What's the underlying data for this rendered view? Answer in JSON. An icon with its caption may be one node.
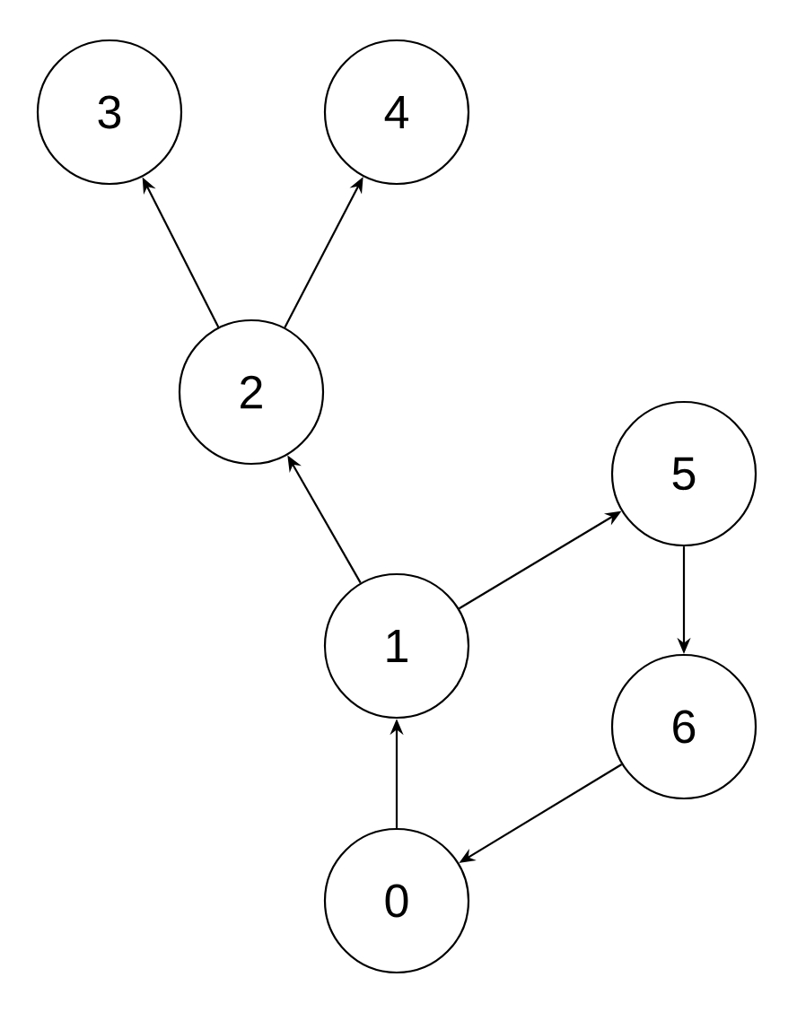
{
  "diagram": {
    "nodes": [
      {
        "text": [
          "0"
        ]
      },
      {
        "text": [
          "1"
        ]
      },
      {
        "text": [
          "2"
        ]
      },
      {
        "text": [
          "3"
        ]
      },
      {
        "text": [
          "4"
        ]
      },
      {
        "text": [
          "5"
        ]
      },
      {
        "text": [
          "6"
        ]
      }
    ],
    "edges": [
      {
        "from": 0,
        "to": 1,
        "arrow": "to"
      },
      {
        "from": 1,
        "to": 2,
        "arrow": "to"
      },
      {
        "from": 2,
        "to": 3,
        "arrow": "to"
      },
      {
        "from": 2,
        "to": 4,
        "arrow": "to"
      },
      {
        "from": 1,
        "to": 5,
        "arrow": "to"
      },
      {
        "from": 5,
        "to": 6,
        "arrow": "to"
      },
      {
        "from": 6,
        "to": 0,
        "arrow": "to"
      }
    ]
  }
}
